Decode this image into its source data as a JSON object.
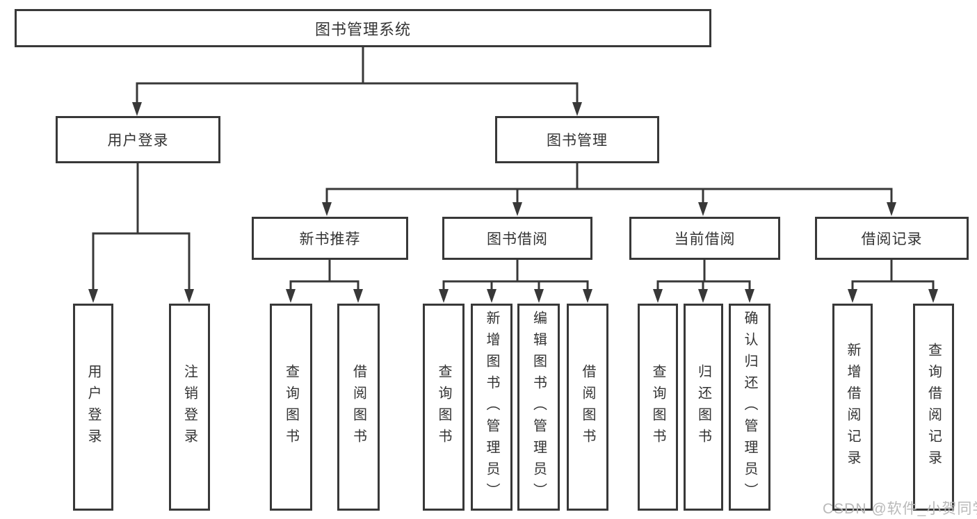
{
  "tree": {
    "root": {
      "label": "图书管理系统"
    },
    "branches": [
      {
        "label": "用户登录",
        "children": [
          {
            "label": "用户登录"
          },
          {
            "label": "注销登录"
          }
        ]
      },
      {
        "label": "图书管理",
        "children": [
          {
            "label": "新书推荐",
            "children": [
              {
                "label": "查询图书"
              },
              {
                "label": "借阅图书"
              }
            ]
          },
          {
            "label": "图书借阅",
            "children": [
              {
                "label": "查询图书"
              },
              {
                "label": "新增图书（管理员）"
              },
              {
                "label": "编辑图书（管理员）"
              },
              {
                "label": "借阅图书"
              }
            ]
          },
          {
            "label": "当前借阅",
            "children": [
              {
                "label": "查询图书"
              },
              {
                "label": "归还图书"
              },
              {
                "label": "确认归还（管理员）"
              }
            ]
          },
          {
            "label": "借阅记录",
            "children": [
              {
                "label": "新增借阅记录"
              },
              {
                "label": "查询借阅记录"
              }
            ]
          }
        ]
      }
    ]
  },
  "watermark": {
    "text": "CSDN @软件_小贺同学"
  },
  "colors": {
    "line": "#383838",
    "box_border": "#383838",
    "text": "#333333",
    "watermark": "#b9b9b9",
    "background": "#ffffff"
  }
}
